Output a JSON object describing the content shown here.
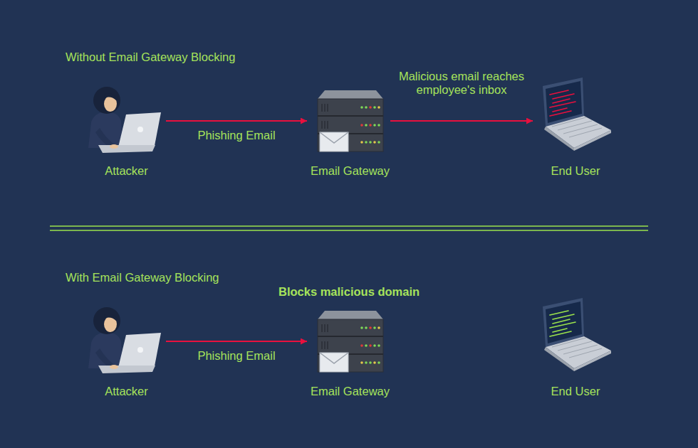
{
  "diagram": {
    "nodes": [
      {
        "text": [
          "Attacker"
        ]
      },
      {
        "text": [
          "Email Gateway"
        ]
      },
      {
        "text": [
          "End User"
        ]
      },
      {
        "text": [
          "Attacker"
        ]
      },
      {
        "text": [
          "Email Gateway"
        ]
      },
      {
        "text": [
          "End User"
        ]
      }
    ],
    "edges": [
      {
        "from": 0,
        "to": 1,
        "label": "Phishing Email",
        "arrow": "to"
      },
      {
        "from": 1,
        "to": 2,
        "label": "Malicious email reaches employee's inbox",
        "arrow": "to"
      },
      {
        "from": 3,
        "to": 4,
        "label": "Phishing Email",
        "arrow": "to"
      }
    ],
    "labels": [
      "Without Email Gateway Blocking",
      "With Email Gateway Blocking",
      "Blocks malicious domain"
    ]
  }
}
